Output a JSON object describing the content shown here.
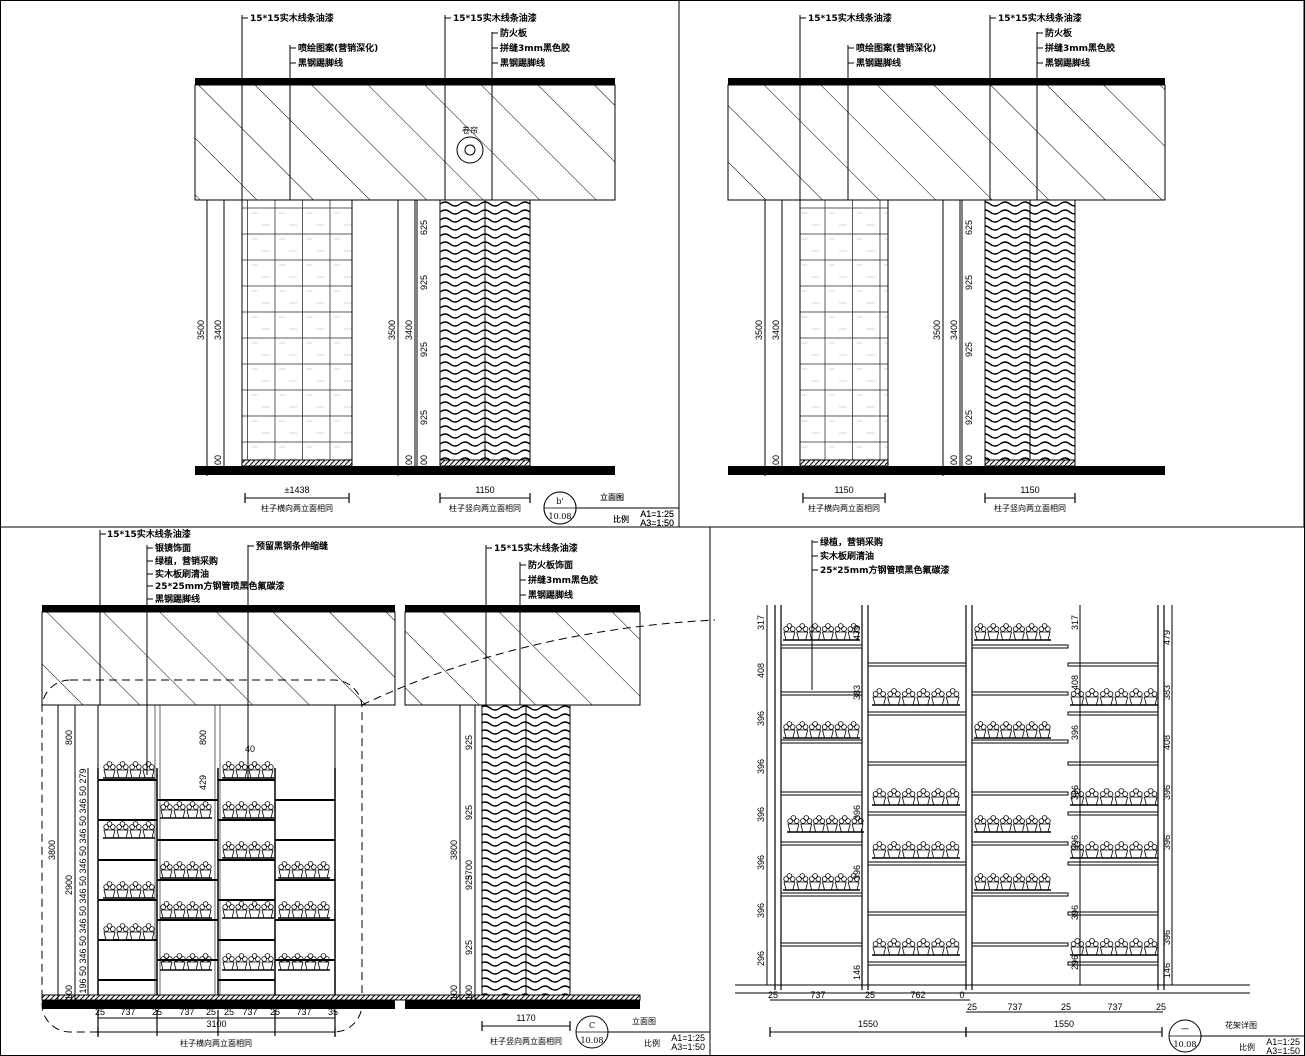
{
  "common": {
    "sheet": "10.08",
    "scale_label": "比例",
    "scale_a1": "A1=1:25",
    "scale_a3": "A3=1:50",
    "caption_transverse": "柱子横向两立面相同",
    "caption_longitudinal": "柱子竖向两立面相同"
  },
  "top_left": {
    "labels_left": [
      "15*15实木线条油漆",
      "喷绘图案(营销深化)",
      "黑钢踢脚线"
    ],
    "labels_right": [
      "15*15实木线条油漆",
      "防火板",
      "拼缝3mm黑色胶",
      "黑钢踢脚线"
    ],
    "marker": "卷帘",
    "dims_left": [
      "3500",
      "3400",
      "100"
    ],
    "dims_right": [
      "3500",
      "3400",
      "625",
      "925",
      "925",
      "925",
      "100",
      "100"
    ],
    "width_left": "±1438",
    "width_right": "1150",
    "title_id": "b'",
    "title": "立面图"
  },
  "top_right": {
    "labels_left": [
      "15*15实木线条油漆",
      "喷绘图案(营销深化)",
      "黑钢踢脚线"
    ],
    "labels_right": [
      "15*15实木线条油漆",
      "防火板",
      "拼缝3mm黑色胶",
      "黑钢踢脚线"
    ],
    "dims_left": [
      "3500",
      "3400",
      "100"
    ],
    "dims_right": [
      "3500",
      "3400",
      "625",
      "925",
      "925",
      "925",
      "100",
      "100"
    ],
    "width_left": "1150",
    "width_right": "1150",
    "title_id": "b'",
    "title": "立面图"
  },
  "bottom_left": {
    "labels_left": [
      "15*15实木线条油漆",
      "银镜饰面",
      "绿植，营销采购",
      "实木板刷清油",
      "25*25mm方钢管喷黑色氟碳漆",
      "黑钢踢脚线"
    ],
    "label_gap": "预留黑钢条伸缩缝",
    "labels_right": [
      "15*15实木线条油漆",
      "防火板饰面",
      "拼缝3mm黑色胶",
      "黑钢踢脚线"
    ],
    "dims_left": [
      "3800",
      "2900",
      "800",
      "100"
    ],
    "dims_shelf": [
      "279",
      "50",
      "346",
      "50",
      "346",
      "50",
      "346",
      "50",
      "346",
      "50",
      "346",
      "50",
      "346",
      "50",
      "196"
    ],
    "dims_mid": [
      "800",
      "429",
      "40"
    ],
    "dims_bottom": [
      "25",
      "737",
      "25",
      "737",
      "25",
      "25",
      "737",
      "25",
      "737",
      "35"
    ],
    "total_width": "3100",
    "dims_right": [
      "3800",
      "3700",
      "925",
      "925",
      "925",
      "925",
      "100",
      "100"
    ],
    "width_right": "1170",
    "title_id": "C",
    "title": "立面图"
  },
  "bottom_right": {
    "labels": [
      "绿植，营销采购",
      "实木板刷清油",
      "25*25mm方钢管喷黑色氟碳漆"
    ],
    "dims_left": [
      "317",
      "408",
      "396",
      "396",
      "396",
      "396",
      "396",
      "296"
    ],
    "dims_mid": [
      "479",
      "383",
      "396",
      "396",
      "146"
    ],
    "dims_center": [
      "317",
      "408",
      "396",
      "396",
      "396",
      "396",
      "296"
    ],
    "dims_right": [
      "479",
      "383",
      "408",
      "396",
      "396",
      "396",
      "146"
    ],
    "dims_row1": [
      "25",
      "737",
      "25",
      "762",
      "0"
    ],
    "dims_row2": [
      "25",
      "737",
      "25",
      "737",
      "25"
    ],
    "totals": [
      "1550",
      "1550"
    ],
    "title_id": "一",
    "title": "花架详图"
  }
}
